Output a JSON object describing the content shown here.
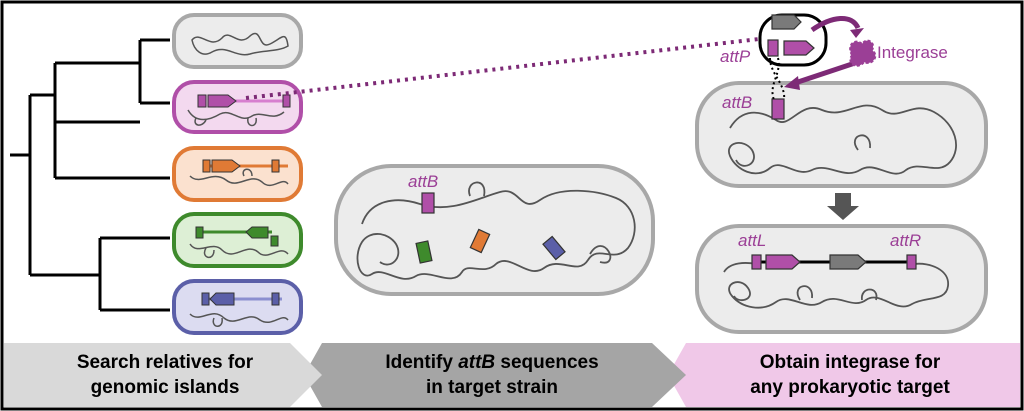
{
  "labels": {
    "attP": "attP",
    "integrase": "Integrase",
    "attB_top": "attB",
    "attB_middle": "attB",
    "attL": "attL",
    "attR": "attR"
  },
  "steps": [
    {
      "line1": "Search relatives for",
      "line2": "genomic islands"
    },
    {
      "line1_prefix": "Identify ",
      "line1_italic": "attB",
      "line1_suffix": " sequences",
      "line2": "in target strain"
    },
    {
      "line1": "Obtain integrase for",
      "line2": "any prokaryotic target"
    }
  ],
  "colors": {
    "purple": "#9b3f96",
    "magenta_light": "#f3d9ef",
    "orange": "#e07a35",
    "orange_light": "#fbe1cf",
    "green": "#3e8a2c",
    "green_light": "#ddefd5",
    "blue": "#5b5fa8",
    "blue_light": "#dcdcf1",
    "grey_cell": "#ececec",
    "grey_border": "#a8a8a8",
    "banner_grey_light": "#d9d9d9",
    "banner_grey_dark": "#a5a5a5",
    "banner_pink": "#f0c8e8"
  },
  "icons": [
    "phylogenetic-tree",
    "bacterial-cell",
    "integrase-enzyme",
    "down-arrow"
  ]
}
